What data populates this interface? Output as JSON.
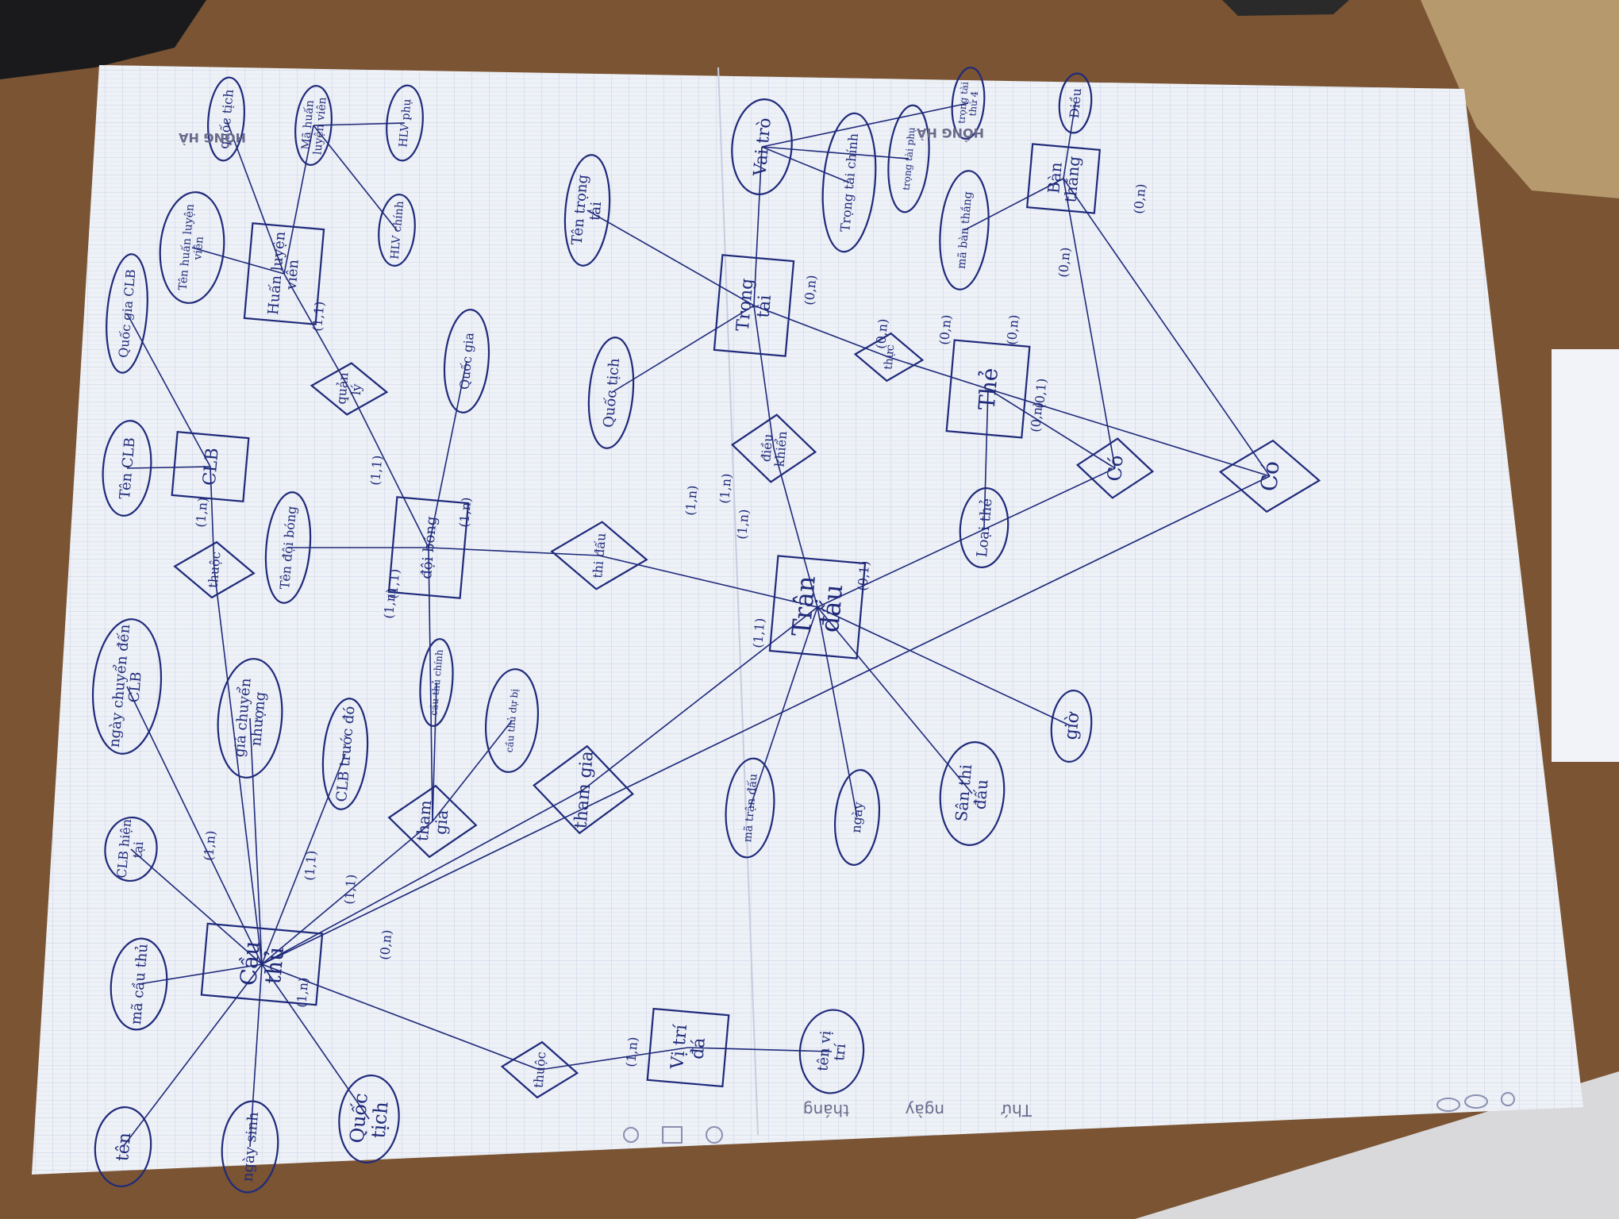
{
  "diagram": {
    "entities": [
      {
        "id": "cau-thu",
        "label": "Cầu thủ"
      },
      {
        "id": "clb",
        "label": "CLB"
      },
      {
        "id": "huan-luyen-vien",
        "label": "Huấn luyện viên"
      },
      {
        "id": "doi-bong",
        "label": "đội bóng"
      },
      {
        "id": "trong-tai",
        "label": "Trọng tài"
      },
      {
        "id": "tran-dau",
        "label": "Trận đấu"
      },
      {
        "id": "the",
        "label": "Thẻ"
      },
      {
        "id": "ban-thang",
        "label": "Bàn thắng"
      },
      {
        "id": "vi-tri-da",
        "label": "Vị trí đá"
      }
    ],
    "relationships": [
      {
        "id": "thuoc-clb",
        "label": "thuộc"
      },
      {
        "id": "quan-ly",
        "label": "quản lý"
      },
      {
        "id": "tham-gia-doi",
        "label": "tham gia"
      },
      {
        "id": "tham-gia-tran",
        "label": "tham gia"
      },
      {
        "id": "thi-dau",
        "label": "thi đấu"
      },
      {
        "id": "dieu-khien",
        "label": "điều khiển"
      },
      {
        "id": "thuc",
        "label": "thực"
      },
      {
        "id": "co-the",
        "label": "Có"
      },
      {
        "id": "co-ban",
        "label": "Có"
      },
      {
        "id": "thuoc-vitri",
        "label": "thuộc"
      }
    ],
    "attributes": [
      {
        "id": "ten",
        "label": "tên"
      },
      {
        "id": "ngay-sinh",
        "label": "ngày sinh"
      },
      {
        "id": "quoc-tich-ct",
        "label": "Quốc tịch"
      },
      {
        "id": "ma-cau-thu",
        "label": "mã cầu thủ"
      },
      {
        "id": "clb-hien-tai",
        "label": "CLB hiện tại"
      },
      {
        "id": "ngay-chuyen-den",
        "label": "ngày chuyển đến CLB"
      },
      {
        "id": "gia-chuyen-nhuong",
        "label": "giá chuyển nhượng"
      },
      {
        "id": "clb-truoc-do",
        "label": "CLB trước đó"
      },
      {
        "id": "ten-clb",
        "label": "Tên CLB"
      },
      {
        "id": "quoc-gia-clb",
        "label": "Quốc gia CLB"
      },
      {
        "id": "ten-doi-bong",
        "label": "Tên đội bóng"
      },
      {
        "id": "ten-hlv",
        "label": "Tên huấn luyện viên"
      },
      {
        "id": "quoc-tich-hlv",
        "label": "quốc tịch"
      },
      {
        "id": "ma-hlv",
        "label": "Mã huấn luyện viên"
      },
      {
        "id": "hlv-chinh",
        "label": "HLV chính"
      },
      {
        "id": "hlv-phu",
        "label": "HLV phụ"
      },
      {
        "id": "quoc-gia-doi",
        "label": "Quốc gia"
      },
      {
        "id": "cau-thu-chinh",
        "label": "cầu thủ chính"
      },
      {
        "id": "cau-thu-du-bi",
        "label": "cầu thủ dự bị"
      },
      {
        "id": "ten-trong-tai",
        "label": "Tên trọng tài"
      },
      {
        "id": "quoc-tich-tt",
        "label": "Quốc tịch"
      },
      {
        "id": "vai-tro",
        "label": "Vai trò"
      },
      {
        "id": "trong-tai-chinh",
        "label": "Trọng tài chính"
      },
      {
        "id": "trong-tai-phu",
        "label": "trọng tài phụ"
      },
      {
        "id": "trong-tai-thu-4",
        "label": "trọng tài thứ 4"
      },
      {
        "id": "ma-ban-thang",
        "label": "mã bàn thắng"
      },
      {
        "id": "dieu",
        "label": "Điều"
      },
      {
        "id": "loai-the",
        "label": "Loại thẻ"
      },
      {
        "id": "gio",
        "label": "giờ"
      },
      {
        "id": "san-thi-dau",
        "label": "Sân thi đấu"
      },
      {
        "id": "ngay",
        "label": "ngày"
      },
      {
        "id": "ma-tran-dau",
        "label": "mã trận đấu"
      },
      {
        "id": "ten-vi-tri",
        "label": "tên vị trí"
      }
    ],
    "cardinalities": {
      "c1": "(1,n)",
      "c2": "(1,1)",
      "c3": "(0,n)",
      "c4": "(1,n)",
      "c5": "(1,1)",
      "c6": "(1,n)",
      "c7": "(1,1)",
      "c8": "(1,1)",
      "c9": "(1,n)",
      "c10": "(1,1)",
      "c11": "(1,n)",
      "c12": "(1,n)",
      "c13": "(1,n)",
      "c14": "(0,n)",
      "c15": "(0,n)",
      "c16": "(0,n)",
      "c17": "(0,n)",
      "c18": "(0,1)",
      "c19": "(0,n)",
      "c20": "(0,n)",
      "c21": "(0,n)",
      "c22": "(0,1)",
      "c23": "(1,n)",
      "c24": "(1,n)",
      "c25": "(1,1)"
    }
  },
  "footer": {
    "thu": "Thứ",
    "ngay": "ngày",
    "thang": "tháng"
  },
  "brand": "HỒNG HÀ",
  "colors": {
    "paper": "#eef1f6",
    "ink": "#1f2a7a",
    "grid": "#aab3d6"
  }
}
